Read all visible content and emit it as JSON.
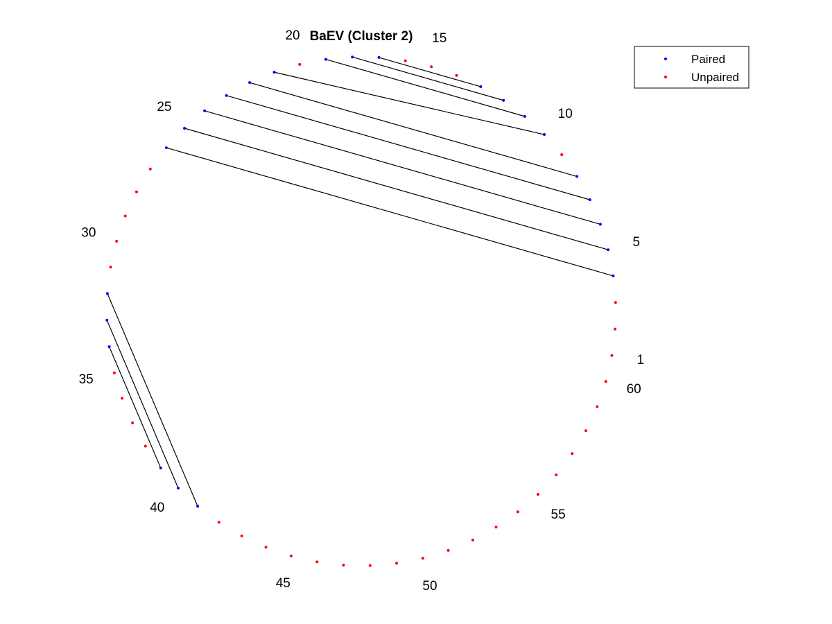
{
  "chart_data": {
    "type": "arc-diagram",
    "title": "BaEV (Cluster 2)",
    "n_positions": 60,
    "position_labels": [
      "1",
      "5",
      "10",
      "15",
      "20",
      "25",
      "30",
      "35",
      "40",
      "45",
      "50",
      "55",
      "60"
    ],
    "label_positions": [
      1,
      5,
      10,
      15,
      20,
      25,
      30,
      35,
      40,
      45,
      50,
      55,
      60
    ],
    "pairs": [
      [
        4,
        26
      ],
      [
        5,
        25
      ],
      [
        6,
        24
      ],
      [
        7,
        23
      ],
      [
        8,
        22
      ],
      [
        10,
        21
      ],
      [
        11,
        19
      ],
      [
        12,
        18
      ],
      [
        13,
        17
      ],
      [
        32,
        41
      ],
      [
        33,
        40
      ],
      [
        34,
        39
      ]
    ],
    "series": [
      {
        "name": "Paired",
        "color": "#0000ff"
      },
      {
        "name": "Unpaired",
        "color": "#ff0000"
      }
    ],
    "legend": {
      "placement": "top-right",
      "entries": [
        "Paired",
        "Unpaired"
      ]
    },
    "line_color": "#000000"
  }
}
